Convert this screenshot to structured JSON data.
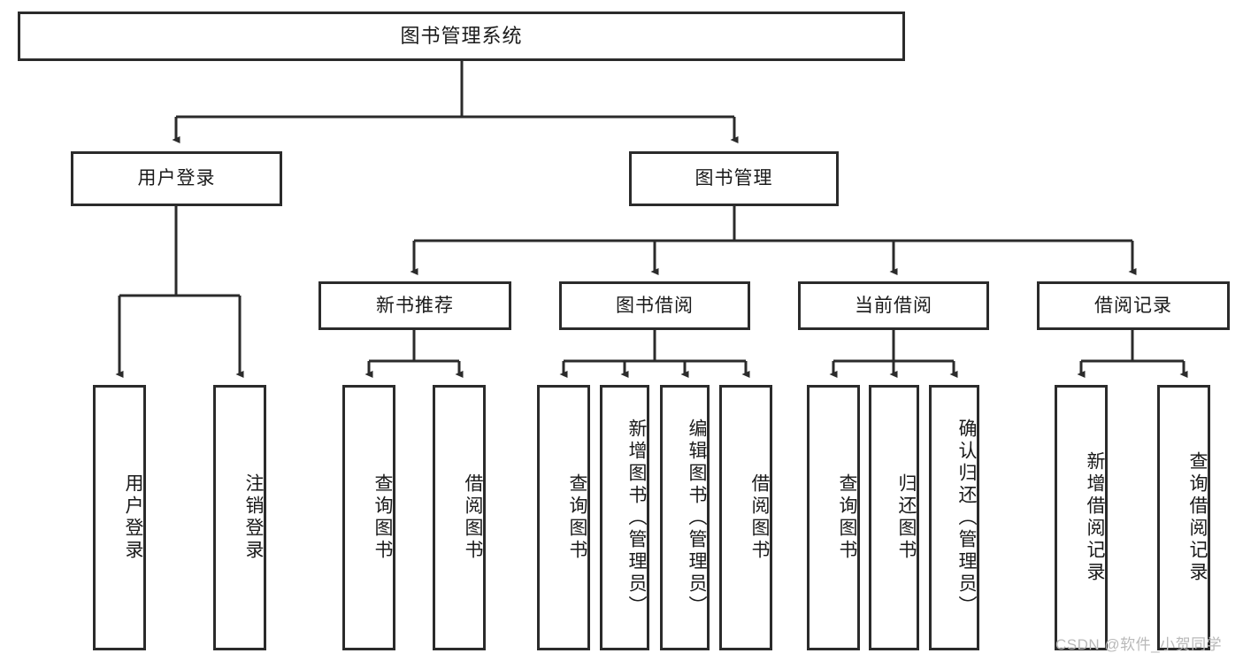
{
  "diagram": {
    "type": "tree-hierarchy",
    "title": "图书管理系统",
    "root": {
      "id": "root",
      "label": "图书管理系统"
    },
    "level1": [
      {
        "id": "user-login",
        "label": "用户登录"
      },
      {
        "id": "book-manage",
        "label": "图书管理"
      }
    ],
    "level2": [
      {
        "id": "new-book-recommend",
        "label": "新书推荐",
        "parent": "book-manage"
      },
      {
        "id": "book-borrow",
        "label": "图书借阅",
        "parent": "book-manage"
      },
      {
        "id": "current-borrow",
        "label": "当前借阅",
        "parent": "book-manage"
      },
      {
        "id": "borrow-record",
        "label": "借阅记录",
        "parent": "book-manage"
      }
    ],
    "leaves": {
      "user_login": [
        {
          "id": "leaf-user-login",
          "label": "用户登录"
        },
        {
          "id": "leaf-user-logout",
          "label": "注销登录"
        }
      ],
      "new_book_recommend": [
        {
          "id": "leaf-query-book-1",
          "label": "查询图书"
        },
        {
          "id": "leaf-borrow-book-1",
          "label": "借阅图书"
        }
      ],
      "book_borrow": [
        {
          "id": "leaf-query-book-2",
          "label": "查询图书"
        },
        {
          "id": "leaf-add-book",
          "label": "新增图书（管理员）"
        },
        {
          "id": "leaf-edit-book",
          "label": "编辑图书（管理员）"
        },
        {
          "id": "leaf-borrow-book-2",
          "label": "借阅图书"
        }
      ],
      "current_borrow": [
        {
          "id": "leaf-query-book-3",
          "label": "查询图书"
        },
        {
          "id": "leaf-return-book",
          "label": "归还图书"
        },
        {
          "id": "leaf-confirm-return",
          "label": "确认归还（管理员）"
        }
      ],
      "borrow_record": [
        {
          "id": "leaf-add-record",
          "label": "新增借阅记录"
        },
        {
          "id": "leaf-query-record",
          "label": "查询借阅记录"
        }
      ]
    },
    "watermark": "CSDN @软件_小贺同学",
    "colors": {
      "stroke": "#2b2b2b",
      "background": "#ffffff",
      "text": "#1a1a1a",
      "watermark": "#b9b9b9"
    }
  }
}
